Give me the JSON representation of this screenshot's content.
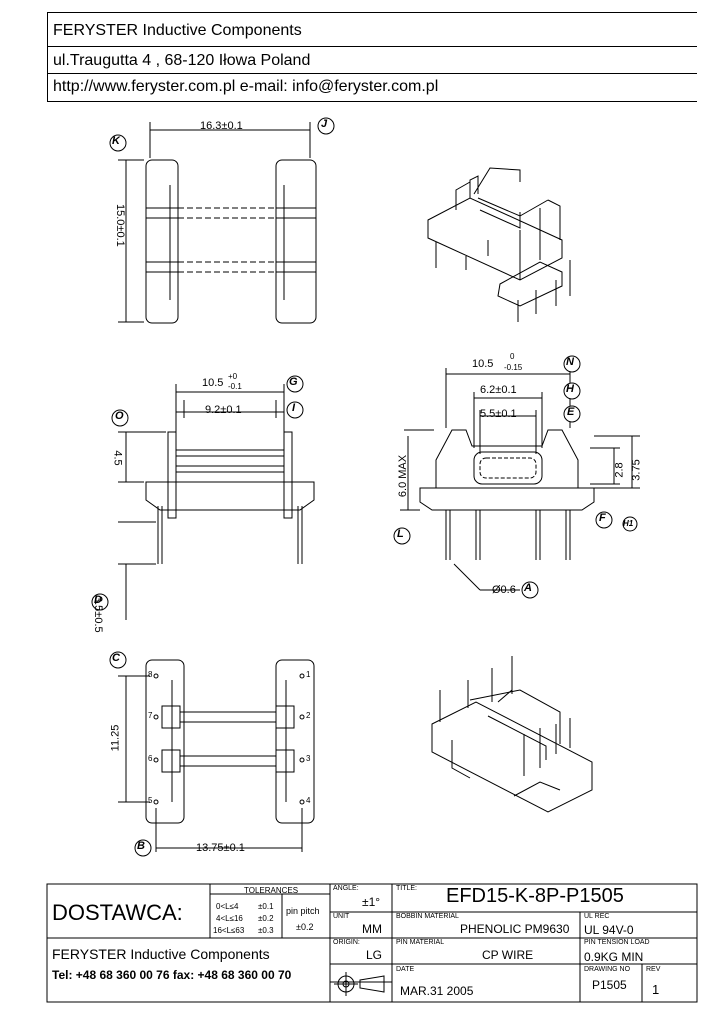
{
  "header": {
    "company": "FERYSTER Inductive Components",
    "address": "ul.Traugutta 4 , 68-120 Iłowa   Poland",
    "web_email": "http://www.feryster.com.pl   e-mail: info@feryster.com.pl"
  },
  "drawing": {
    "dims": {
      "width_top": "16.3±0.1",
      "height_left": "15.0±0.1",
      "g_dim_main": "10.5",
      "g_dim_tol_top": "+0",
      "g_dim_tol_bot": "-0.1",
      "i_dim": "9.2±0.1",
      "o_dim": "4.5",
      "d_dim": "3.5±0.5",
      "n_dim_main": "10.5",
      "n_dim_tol_top": "0",
      "n_dim_tol_bot": "-0.15",
      "h_dim": "6.2±0.1",
      "e_dim": "5.5±0.1",
      "max_dim": "6.0 MAX",
      "dim_2_8": "2.8",
      "dim_3_75": "3.75",
      "pin_dia": "Ø0.6",
      "pitch": "11.25",
      "bottom_w": "13.75±0.1"
    },
    "callouts": [
      "K",
      "J",
      "G",
      "I",
      "O",
      "D",
      "C",
      "B",
      "N",
      "H",
      "E",
      "F",
      "L",
      "A",
      "H1"
    ],
    "pin_labels_left": [
      "8",
      "7",
      "6",
      "5"
    ],
    "pin_labels_right": [
      "1",
      "2",
      "3",
      "4"
    ]
  },
  "title_block": {
    "dostawca": "DOSTAWCA:",
    "tolerances_title": "TOLERANCES",
    "tol_rows": [
      {
        "range": "0<L≤4",
        "tol": "±0.1"
      },
      {
        "range": "4<L≤16",
        "tol": "±0.2"
      },
      {
        "range": "16<L≤63",
        "tol": "±0.3"
      }
    ],
    "pin_pitch_label": "pin pitch",
    "pin_pitch_tol": "±0.2",
    "footer_company": "FERYSTER Inductive Components",
    "tel_fax": "Tel: +48 68 360 00 76  fax: +48 68 360 00 70",
    "angle_label": "ANGLE:",
    "angle_value": "±1°",
    "title_label": "TITLE:",
    "title_value": "EFD15-K-8P-P1505",
    "unit_label": "UNIT",
    "unit_value": "MM",
    "bobbin_material_label": "BOBBIN MATERIAL",
    "bobbin_material_value": "PHENOLIC PM9630",
    "ul_rec_label": "UL REC",
    "ul_rec_value": "UL 94V-0",
    "origin_label": "ORIGIN:",
    "origin_value": "LG",
    "pin_material_label": "PIN MATERIAL",
    "pin_material_value": "CP WIRE",
    "pin_tension_label": "PIN TENSION LOAD",
    "pin_tension_value": "0.9KG MIN",
    "date_label": "DATE",
    "date_value": "MAR.31  2005",
    "drawing_no_label": "DRAWING NO",
    "drawing_no_value": "P1505",
    "rev_label": "REV",
    "rev_value": "1"
  }
}
